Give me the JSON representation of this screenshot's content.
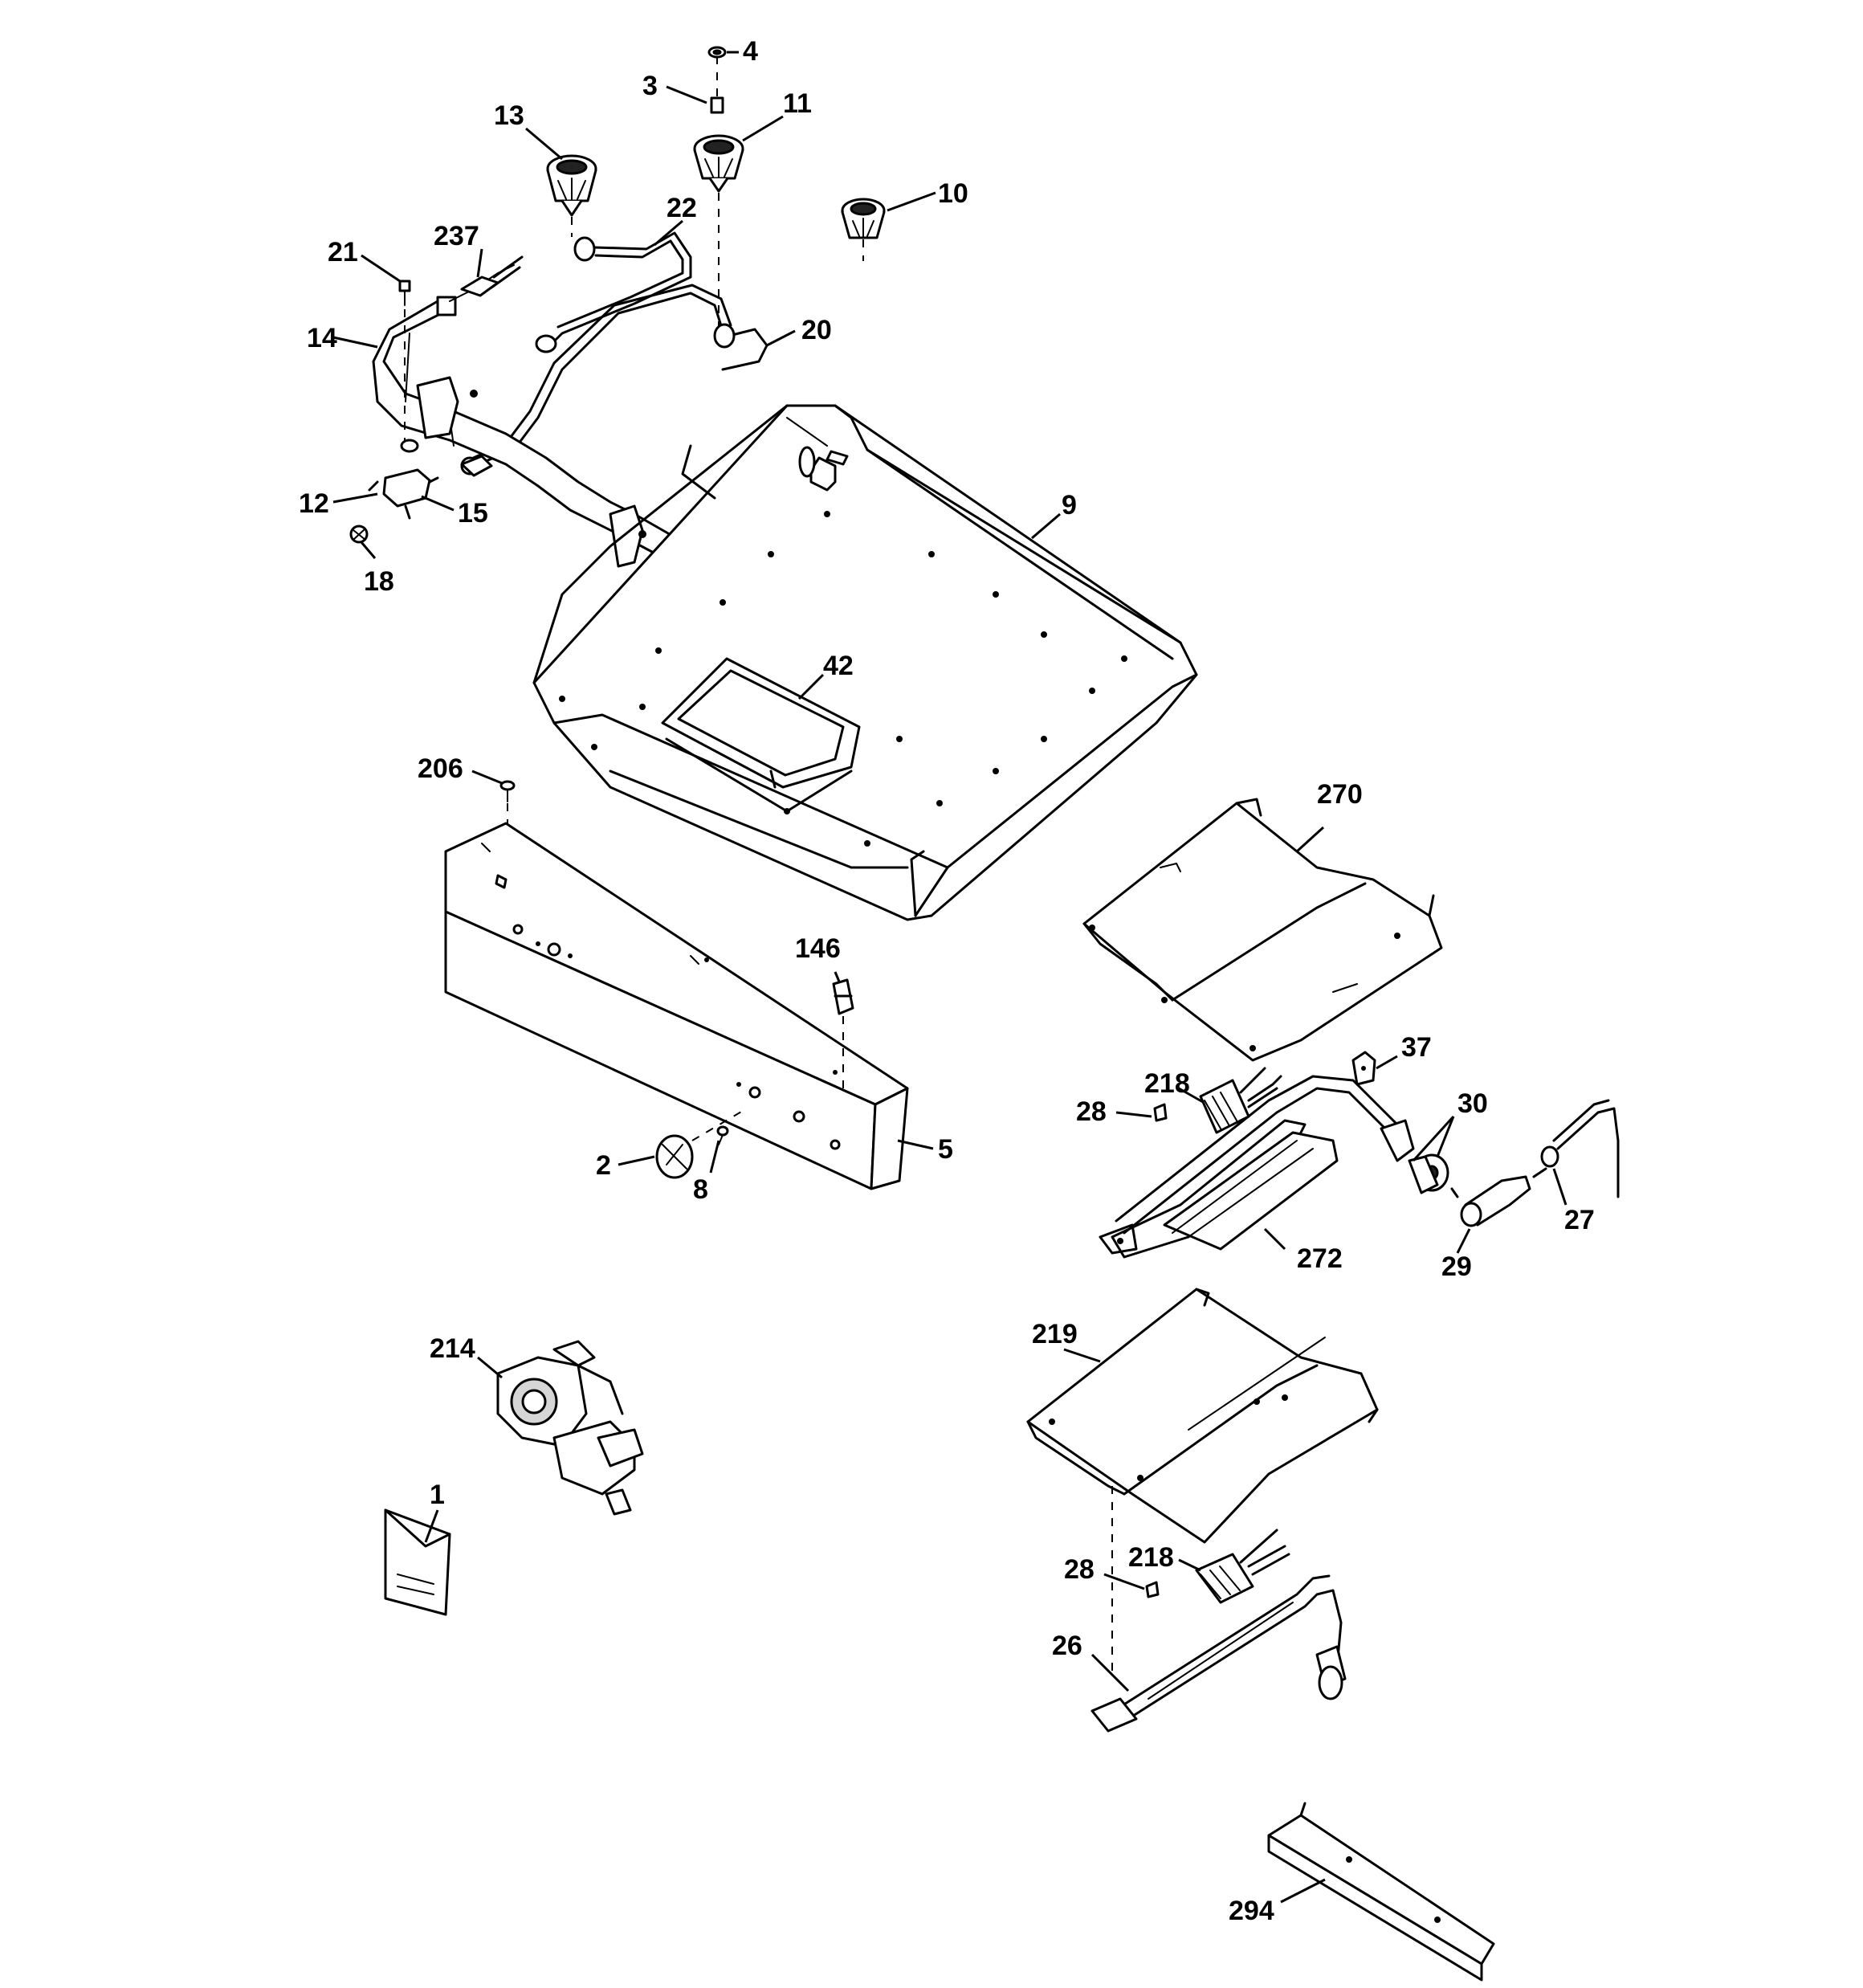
{
  "callouts": [
    {
      "id": "4",
      "text": "4"
    },
    {
      "id": "3",
      "text": "3"
    },
    {
      "id": "13",
      "text": "13"
    },
    {
      "id": "11",
      "text": "11"
    },
    {
      "id": "10",
      "text": "10"
    },
    {
      "id": "22",
      "text": "22"
    },
    {
      "id": "21",
      "text": "21"
    },
    {
      "id": "237",
      "text": "237"
    },
    {
      "id": "14",
      "text": "14"
    },
    {
      "id": "20",
      "text": "20"
    },
    {
      "id": "12",
      "text": "12"
    },
    {
      "id": "15",
      "text": "15"
    },
    {
      "id": "18",
      "text": "18"
    },
    {
      "id": "9",
      "text": "9"
    },
    {
      "id": "42",
      "text": "42"
    },
    {
      "id": "206",
      "text": "206"
    },
    {
      "id": "270",
      "text": "270"
    },
    {
      "id": "146",
      "text": "146"
    },
    {
      "id": "37",
      "text": "37"
    },
    {
      "id": "218a",
      "text": "218"
    },
    {
      "id": "30",
      "text": "30"
    },
    {
      "id": "28a",
      "text": "28"
    },
    {
      "id": "5",
      "text": "5"
    },
    {
      "id": "2",
      "text": "2"
    },
    {
      "id": "8",
      "text": "8"
    },
    {
      "id": "27",
      "text": "27"
    },
    {
      "id": "272",
      "text": "272"
    },
    {
      "id": "29",
      "text": "29"
    },
    {
      "id": "219",
      "text": "219"
    },
    {
      "id": "214",
      "text": "214"
    },
    {
      "id": "1",
      "text": "1"
    },
    {
      "id": "218b",
      "text": "218"
    },
    {
      "id": "28b",
      "text": "28"
    },
    {
      "id": "26",
      "text": "26"
    },
    {
      "id": "294",
      "text": "294"
    }
  ]
}
